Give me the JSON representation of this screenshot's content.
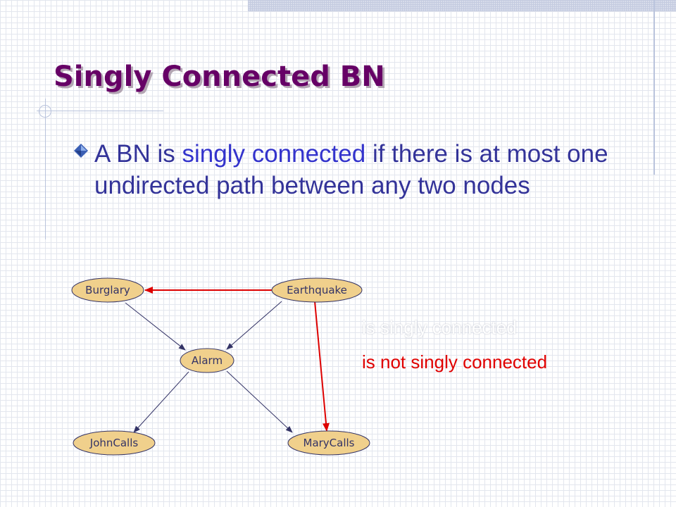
{
  "slide": {
    "title": "Singly Connected BN",
    "bullet": {
      "text_before": "A BN is ",
      "highlight": "singly connected",
      "text_after": " if there is at most one undirected path between any two nodes"
    }
  },
  "diagram": {
    "nodes": {
      "burglary": "Burglary",
      "earthquake": "Earthquake",
      "alarm": "Alarm",
      "johncalls": "JohnCalls",
      "marycalls": "MaryCalls"
    },
    "label_singly": "is singly connected",
    "label_not_singly": "is not singly connected"
  },
  "colors": {
    "title": "#660066",
    "text": "#333399",
    "highlight": "#3333cc",
    "node_fill": "#f0d08c",
    "edge": "#333366",
    "red_edge": "#dd0000"
  }
}
